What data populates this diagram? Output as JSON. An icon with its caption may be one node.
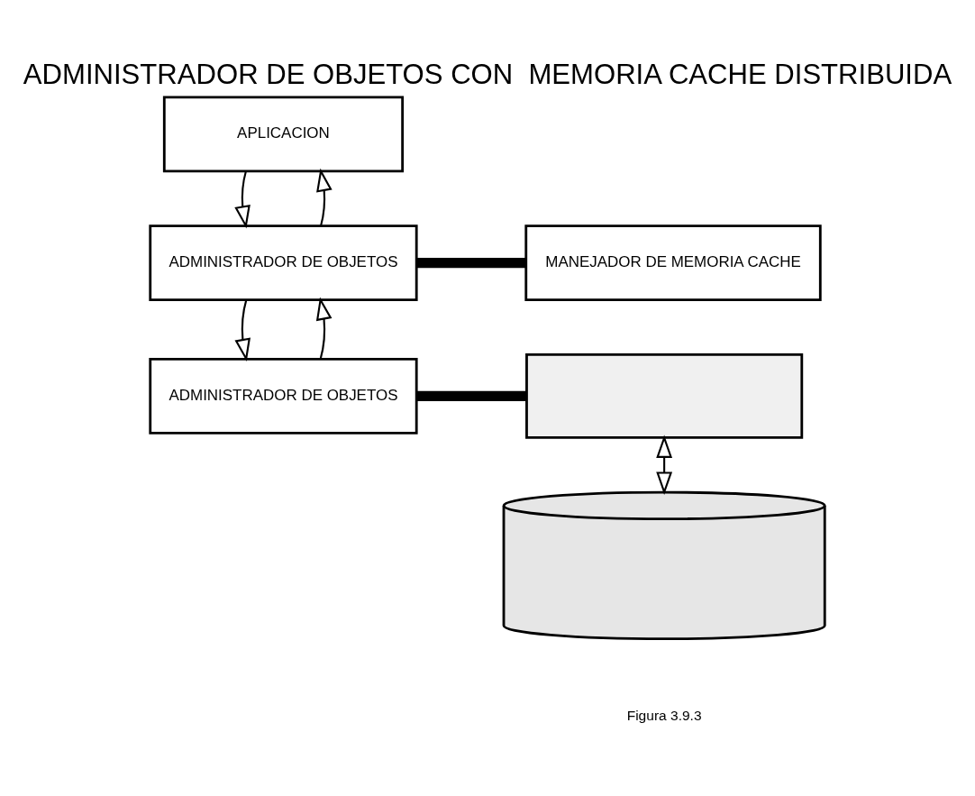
{
  "diagram": {
    "title": "ADMINISTRADOR DE OBJETOS CON  MEMORIA CACHE DISTRIBUIDA",
    "caption": "Figura 3.9.3",
    "nodes": [
      {
        "text": [
          "APLICACION"
        ]
      },
      {
        "text": [
          "ADMINISTRADOR DE OBJETOS"
        ]
      },
      {
        "text": [
          "ADMINISTRADOR DE OBJETOS"
        ]
      },
      {
        "text": [
          "MANEJADOR DE MEMORIA CACHE"
        ]
      },
      {
        "text": [],
        "shape": "box"
      },
      {
        "text": [],
        "shape": "cylinder"
      }
    ],
    "edges": [
      {
        "from": 1,
        "to": 0,
        "arrow": "to"
      },
      {
        "from": 0,
        "to": 1,
        "arrow": "to"
      },
      {
        "from": 2,
        "to": 1,
        "arrow": "to"
      },
      {
        "from": 1,
        "to": 2,
        "arrow": "to"
      },
      {
        "from": 1,
        "to": 3,
        "arrow": "none",
        "style": "thick"
      },
      {
        "from": 2,
        "to": 4,
        "arrow": "none",
        "style": "thick"
      },
      {
        "from": 4,
        "to": 5,
        "arrow": "both"
      }
    ]
  }
}
